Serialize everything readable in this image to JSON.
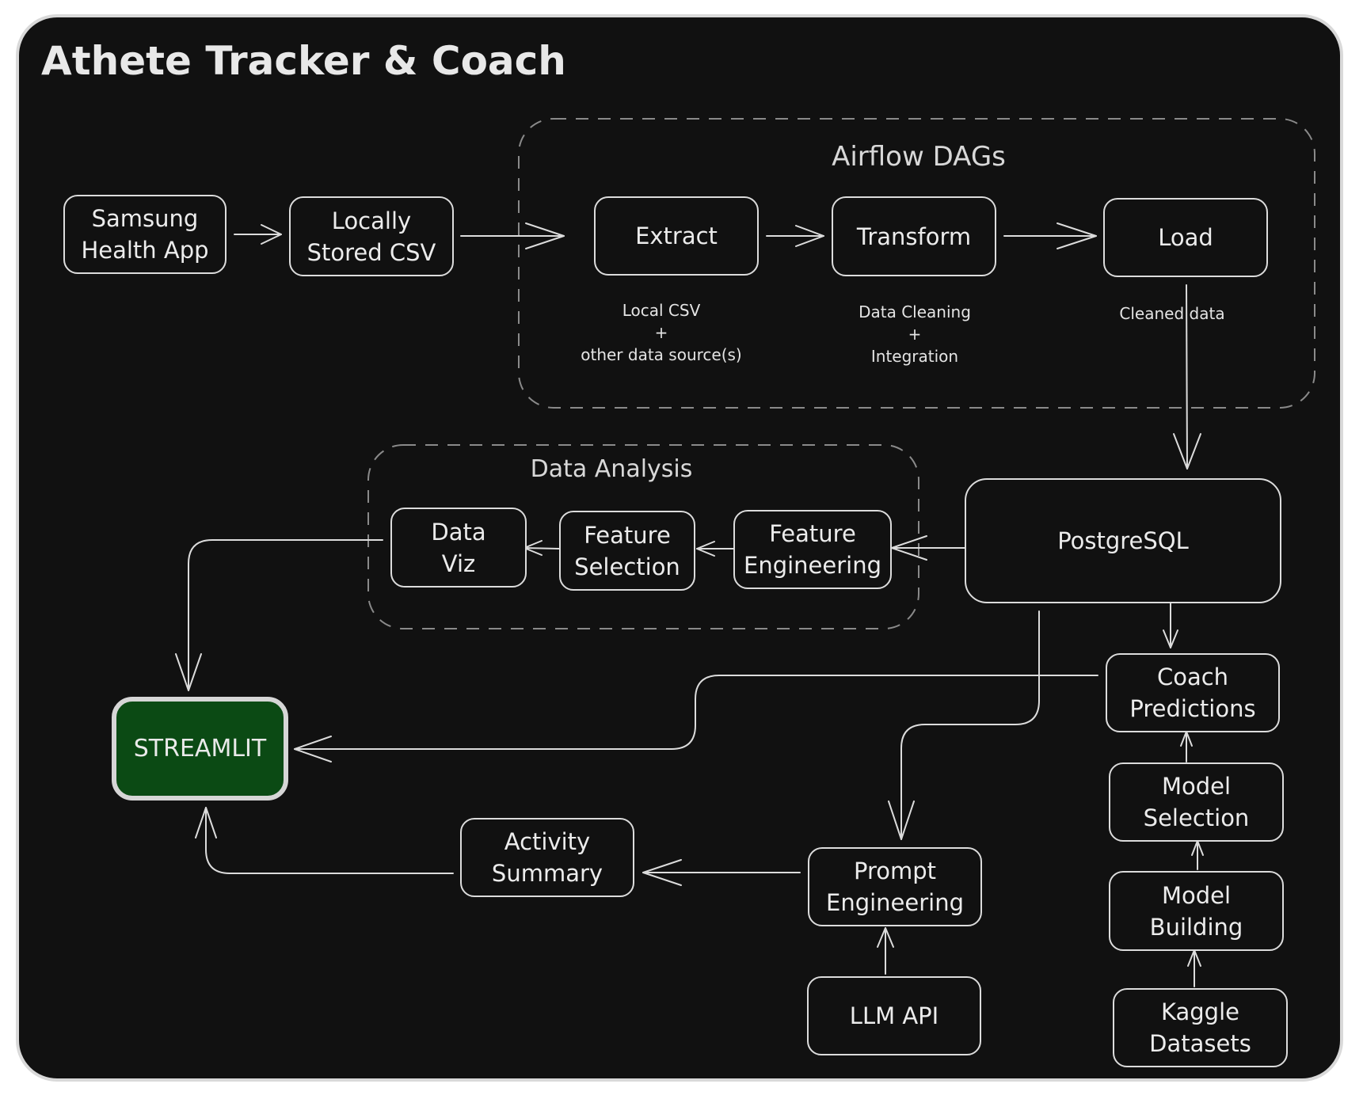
{
  "title": "Athete Tracker & Coach",
  "groups": {
    "airflow": "Airflow DAGs",
    "analysis": "Data Analysis"
  },
  "nodes": {
    "samsung": "Samsung\nHealth App",
    "csv": "Locally\nStored CSV",
    "extract": "Extract",
    "transform": "Transform",
    "load": "Load",
    "postgres": "PostgreSQL",
    "feature_eng": "Feature\nEngineering",
    "feature_sel": "Feature\nSelection",
    "data_viz": "Data\nViz",
    "streamlit": "STREAMLIT",
    "coach_pred": "Coach\nPredictions",
    "model_sel": "Model\nSelection",
    "model_build": "Model\nBuilding",
    "kaggle": "Kaggle\nDatasets",
    "prompt_eng": "Prompt\nEngineering",
    "llm_api": "LLM API",
    "activity": "Activity\nSummary"
  },
  "notes": {
    "extract": "Local CSV\n+\nother data source(s)",
    "transform": "Data Cleaning\n+\nIntegration",
    "load": "Cleaned data"
  },
  "colors": {
    "background": "#111111",
    "stroke": "#dcdcdc",
    "streamlit_fill": "#0b4a14"
  }
}
